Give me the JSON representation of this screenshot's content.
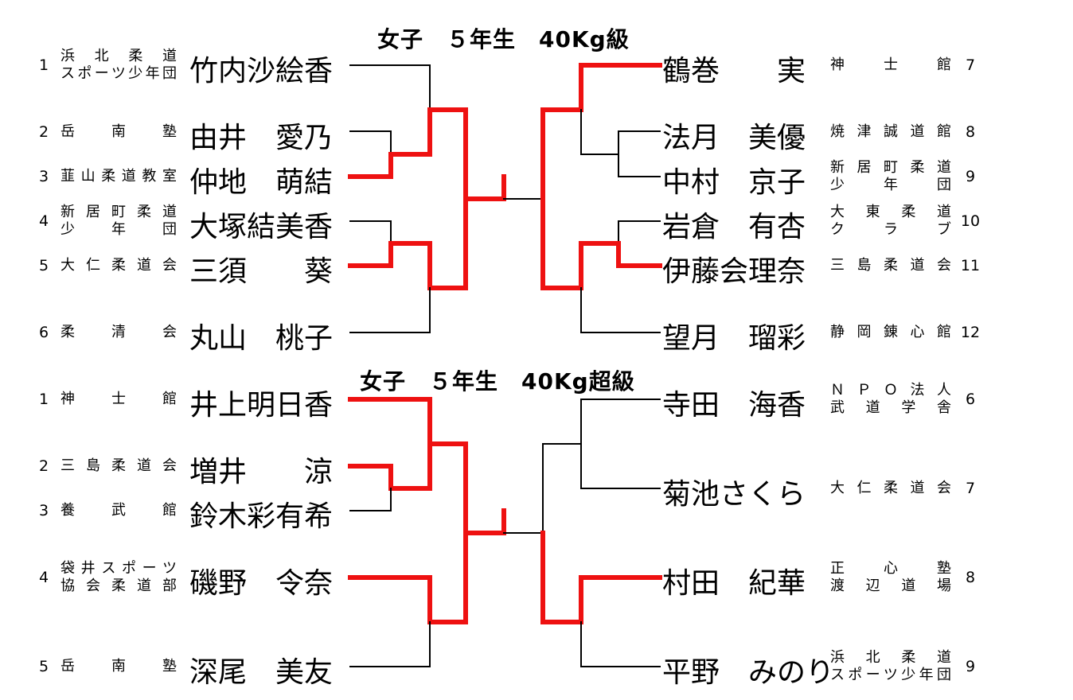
{
  "brackets": [
    {
      "title": "女子　５年生　40Kg級",
      "left": [
        {
          "seed": "1",
          "club": [
            "浜北柔道",
            "スポーツ少年団"
          ],
          "name": "竹内沙絵香"
        },
        {
          "seed": "2",
          "club": [
            "岳南塾"
          ],
          "name": "由井　愛乃"
        },
        {
          "seed": "3",
          "club": [
            "韮山柔道教室"
          ],
          "name": "仲地　萌結"
        },
        {
          "seed": "4",
          "club": [
            "新居町柔道",
            "少年団"
          ],
          "name": "大塚結美香"
        },
        {
          "seed": "5",
          "club": [
            "大仁柔道会"
          ],
          "name": "三須　　葵"
        },
        {
          "seed": "6",
          "club": [
            "柔清会"
          ],
          "name": "丸山　桃子"
        }
      ],
      "right": [
        {
          "seed": "7",
          "club": [
            "神士館"
          ],
          "name": "鶴巻　　実"
        },
        {
          "seed": "8",
          "club": [
            "焼津誠道館"
          ],
          "name": "法月　美優"
        },
        {
          "seed": "9",
          "club": [
            "新居町柔道",
            "少年団"
          ],
          "name": "中村　京子"
        },
        {
          "seed": "10",
          "club": [
            "大東柔道",
            "クラブ"
          ],
          "name": "岩倉　有杏"
        },
        {
          "seed": "11",
          "club": [
            "三島柔道会"
          ],
          "name": "伊藤会理奈"
        },
        {
          "seed": "12",
          "club": [
            "静岡錬心館"
          ],
          "name": "望月　瑠彩"
        }
      ]
    },
    {
      "title": "女子　５年生　40Kg超級",
      "left": [
        {
          "seed": "1",
          "club": [
            "神士館"
          ],
          "name": "井上明日香"
        },
        {
          "seed": "2",
          "club": [
            "三島柔道会"
          ],
          "name": "増井　　涼"
        },
        {
          "seed": "3",
          "club": [
            "養武館"
          ],
          "name": "鈴木彩有希"
        },
        {
          "seed": "4",
          "club": [
            "袋井スポーツ",
            "協会柔道部"
          ],
          "name": "磯野　令奈"
        },
        {
          "seed": "5",
          "club": [
            "岳南塾"
          ],
          "name": "深尾　美友"
        }
      ],
      "right": [
        {
          "seed": "6",
          "club": [
            "ＮＰＯ法人",
            "武道学舎"
          ],
          "name": "寺田　海香"
        },
        {
          "seed": "7",
          "club": [
            "大仁柔道会"
          ],
          "name": "菊池さくら"
        },
        {
          "seed": "8",
          "club": [
            "正心塾",
            "渡辺道場"
          ],
          "name": "村田　紀華"
        },
        {
          "seed": "9",
          "club": [
            "浜北柔道",
            "スポーツ少年団"
          ],
          "name": "平野　みのり"
        }
      ]
    }
  ],
  "colors": {
    "winner": "#ee1111",
    "normal": "#000000"
  }
}
